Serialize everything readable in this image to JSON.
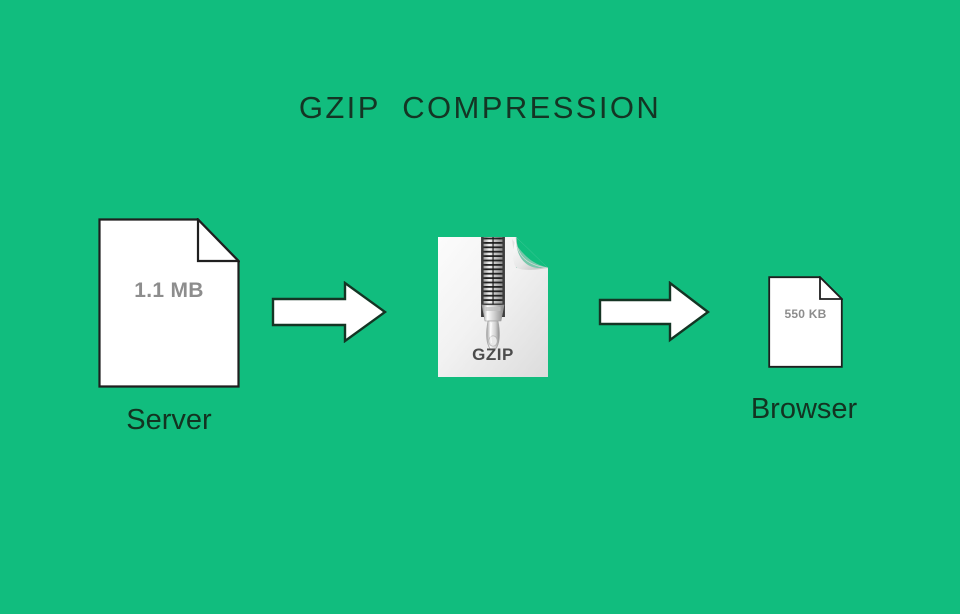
{
  "diagram": {
    "title": "GZIP  COMPRESSION",
    "background_color": "#11bd7e",
    "title_color": "#143524",
    "caption_color": "#133321",
    "size_label_color": "#8d8d8d",
    "nodes": [
      {
        "id": "server",
        "icon": "document-icon",
        "size_label": "1.1 MB",
        "caption": "Server"
      },
      {
        "id": "gzip",
        "icon": "zip-file-icon",
        "file_type_label": "GZIP",
        "caption": ""
      },
      {
        "id": "browser",
        "icon": "document-icon",
        "size_label": "550 KB",
        "caption": "Browser"
      }
    ],
    "connectors": [
      {
        "id": "arrow-1",
        "from": "server",
        "to": "gzip",
        "shape": "right-arrow",
        "fill": "#ffffff",
        "stroke": "#143524"
      },
      {
        "id": "arrow-2",
        "from": "gzip",
        "to": "browser",
        "shape": "right-arrow",
        "fill": "#ffffff",
        "stroke": "#143524"
      }
    ]
  }
}
